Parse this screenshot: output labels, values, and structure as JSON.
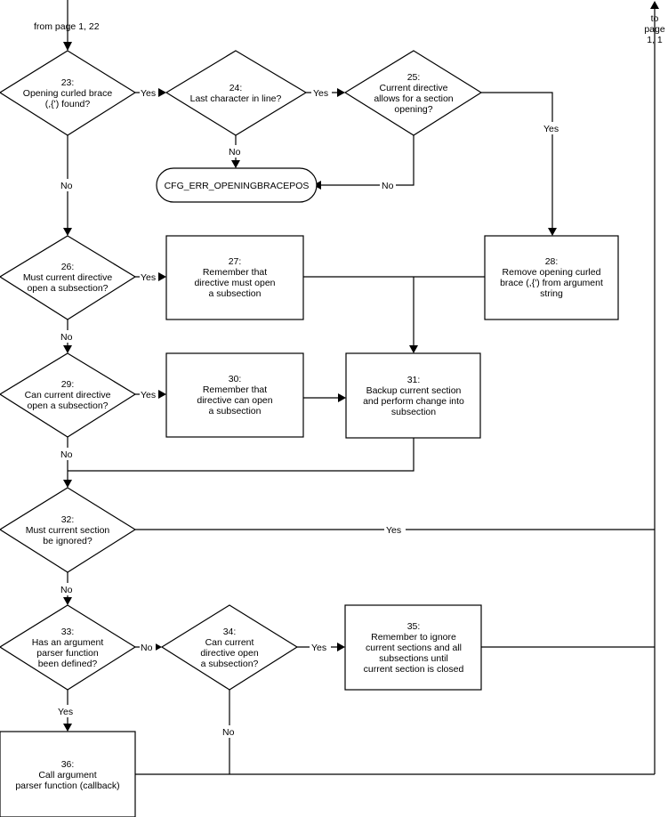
{
  "page_refs": {
    "from": "from page 1, 22",
    "to": [
      "to",
      "page",
      "1, 1"
    ]
  },
  "nodes": {
    "n23": [
      "23:",
      "Opening curled brace",
      "(,{') found?"
    ],
    "n24": [
      "24:",
      "Last character in line?"
    ],
    "n25": [
      "25:",
      "Current directive",
      "allows for a section",
      "opening?"
    ],
    "err": [
      "CFG_ERR_OPENINGBRACEPOS"
    ],
    "n26": [
      "26:",
      "Must current directive",
      "open a subsection?"
    ],
    "n27": [
      "27:",
      "Remember that",
      "directive must open",
      "a subsection"
    ],
    "n28": [
      "28:",
      "Remove opening curled",
      "brace (,{') from argument",
      "string"
    ],
    "n29": [
      "29:",
      "Can current directive",
      "open a subsection?"
    ],
    "n30": [
      "30:",
      "Remember that",
      "directive can open",
      "a subsection"
    ],
    "n31": [
      "31:",
      "Backup current section",
      "and perform change into",
      "subsection"
    ],
    "n32": [
      "32:",
      "Must current section",
      "be ignored?"
    ],
    "n33": [
      "33:",
      "Has an argument",
      "parser function",
      "been defined?"
    ],
    "n34": [
      "34:",
      "Can current",
      "directive open",
      "a subsection?"
    ],
    "n35": [
      "35:",
      "Remember to ignore",
      "current sections and all",
      "subsections until",
      "current section is closed"
    ],
    "n36": [
      "36:",
      "Call argument",
      "parser function (callback)"
    ]
  },
  "edge_labels": {
    "e23_24": "Yes",
    "e24_25": "Yes",
    "e24_err": "No",
    "e25_err": "No",
    "e25_28": "Yes",
    "e23_26": "No",
    "e26_27": "Yes",
    "e26_29": "No",
    "e29_30": "Yes",
    "e29_32": "No",
    "e32_out": "Yes",
    "e32_33": "No",
    "e33_34": "No",
    "e34_35": "Yes",
    "e33_36": "Yes",
    "e34_no": "No"
  }
}
